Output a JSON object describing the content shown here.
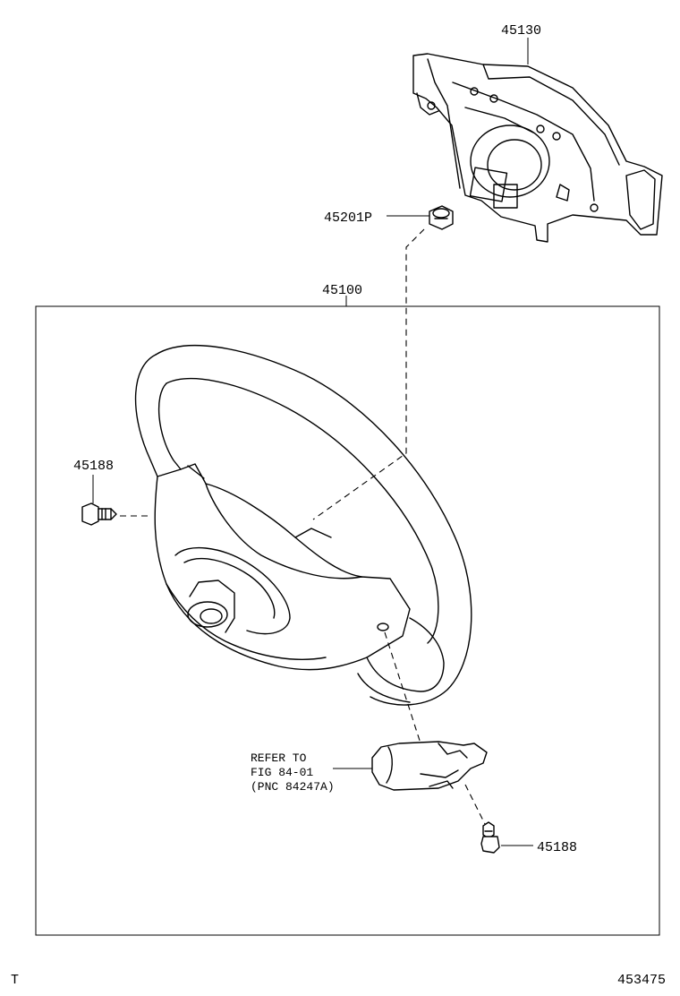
{
  "parts": {
    "pad_cover": "45130",
    "nut": "45201P",
    "wheel_assembly": "45100",
    "screw_left": "45188",
    "screw_right": "45188"
  },
  "reference_note": {
    "line1": "REFER TO",
    "line2": "FIG 84-01",
    "line3": "(PNC 84247A)"
  },
  "footer": {
    "corner_mark": "T",
    "figure_number": "453475"
  }
}
